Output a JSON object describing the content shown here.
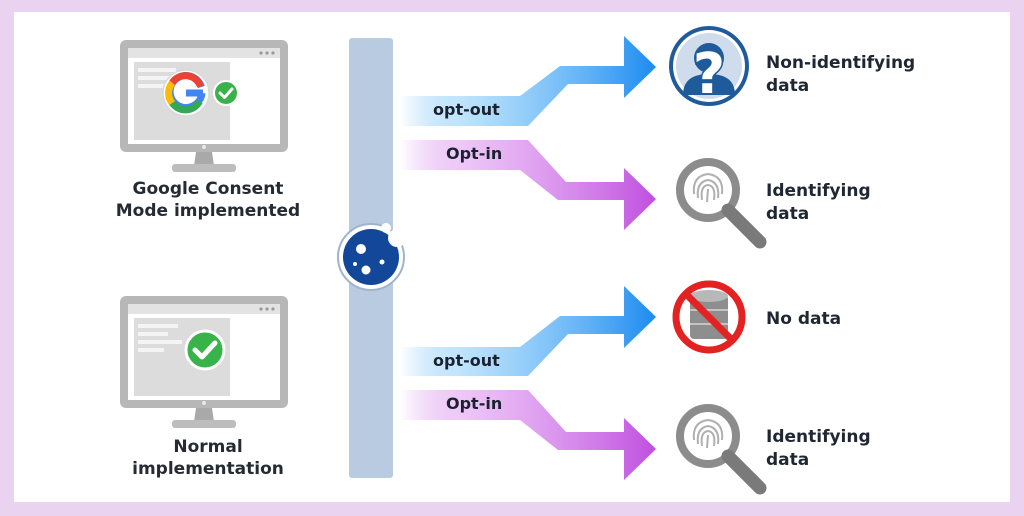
{
  "sources": [
    {
      "caption_line1": "Google Consent",
      "caption_line2": "Mode implemented",
      "badge": "google-logo-with-check"
    },
    {
      "caption_line1": "Normal",
      "caption_line2": "implementation",
      "badge": "check"
    }
  ],
  "flows": {
    "google": {
      "opt_out": "opt-out",
      "opt_in": "Opt-in"
    },
    "normal": {
      "opt_out": "opt-out",
      "opt_in": "Opt-in"
    }
  },
  "outcomes": [
    {
      "line1": "Non-identifying",
      "line2": "data",
      "icon": "anonymous-user-icon"
    },
    {
      "line1": "Identifying",
      "line2": "data",
      "icon": "fingerprint-magnifier-icon"
    },
    {
      "line1": "No data",
      "line2": "",
      "icon": "no-database-icon"
    },
    {
      "line1": "Identifying",
      "line2": "data",
      "icon": "fingerprint-magnifier-icon"
    }
  ],
  "colors": {
    "background": "#ead3f1",
    "divider": "#b9cbe0",
    "opt_out_arrow": "#2f9cf0",
    "opt_in_arrow": "#c35de0",
    "cookie": "#12479a",
    "check": "#37b34a",
    "prohibit": "#e32222"
  }
}
